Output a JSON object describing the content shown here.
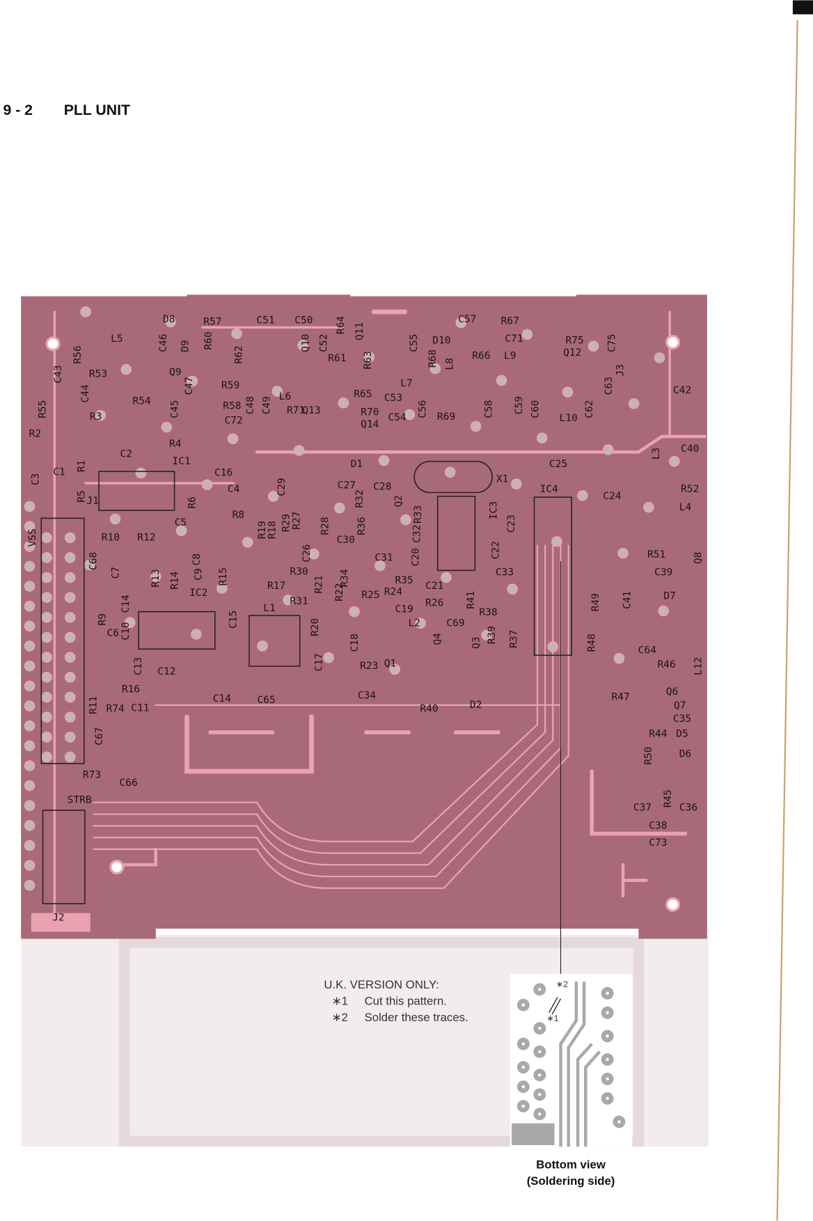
{
  "header": {
    "section": "9 - 2",
    "title": "PLL UNIT"
  },
  "board": {
    "color": "#a86a78",
    "trace_color": "#eaa2b2",
    "labels": [
      "D8",
      "R57",
      "C51",
      "C50",
      "R64",
      "Q11",
      "C57",
      "R67",
      "L5",
      "C46",
      "D9",
      "R60",
      "R62",
      "Q10",
      "C52",
      "R61",
      "R63",
      "C55",
      "D10",
      "R68",
      "L8",
      "R66",
      "C71",
      "L9",
      "R75",
      "Q12",
      "C75",
      "R56",
      "C43",
      "R53",
      "Q9",
      "C44",
      "C47",
      "R59",
      "C48",
      "C49",
      "L6",
      "R65",
      "L7",
      "C53",
      "C63",
      "J3",
      "C42",
      "R55",
      "R3",
      "R54",
      "C45",
      "R58",
      "R71",
      "Q13",
      "R70",
      "C54",
      "C56",
      "R69",
      "C58",
      "C59",
      "C60",
      "L10",
      "C62",
      "R2",
      "C72",
      "Q14",
      "C2",
      "R4",
      "IC1",
      "C40",
      "L3",
      "R1",
      "C3",
      "C1",
      "R5",
      "C16",
      "D1",
      "C29",
      "C27",
      "C28",
      "X1",
      "C25",
      "C4",
      "R32",
      "Q2",
      "R33",
      "IC3",
      "C23",
      "IC4",
      "C24",
      "R52",
      "L4",
      "J1",
      "R6",
      "C5",
      "R8",
      "R19",
      "R18",
      "R29",
      "R27",
      "R28",
      "R36",
      "C32",
      "C20",
      "VSS",
      "R10",
      "R12",
      "C30",
      "Q8",
      "C68",
      "C7",
      "C8",
      "C26",
      "C31",
      "R51",
      "C22",
      "C33",
      "C39",
      "R13",
      "R14",
      "C9",
      "R15",
      "R30",
      "R34",
      "R35",
      "C21",
      "IC2",
      "R17",
      "R21",
      "R22",
      "R25",
      "R24",
      "D7",
      "C14",
      "R31",
      "C19",
      "R26",
      "R41",
      "R38",
      "C41",
      "R49",
      "L1",
      "C10",
      "R9",
      "C6",
      "C15",
      "L2",
      "C69",
      "R20",
      "Q4",
      "Q3",
      "R39",
      "R37",
      "R48",
      "C64",
      "C18",
      "R46",
      "L12",
      "C13",
      "C12",
      "C17",
      "R23",
      "Q1",
      "R16",
      "C14",
      "C65",
      "C34",
      "R40",
      "D2",
      "Q6",
      "R47",
      "Q7",
      "R11",
      "R74",
      "C11",
      "C35",
      "C67",
      "R44",
      "D5",
      "D6",
      "R50",
      "R73",
      "C66",
      "R45",
      "C36",
      "STRB",
      "C37",
      "C38",
      "C73",
      "J2"
    ]
  },
  "notes": {
    "heading": "U.K. VERSION ONLY:",
    "items": [
      {
        "mark": "∗1",
        "text": "Cut this pattern."
      },
      {
        "mark": "∗2",
        "text": "Solder these traces."
      }
    ],
    "inset_marks": [
      "∗2",
      "∗1"
    ]
  },
  "caption": {
    "line1": "Bottom view",
    "line2": "(Soldering side)"
  }
}
